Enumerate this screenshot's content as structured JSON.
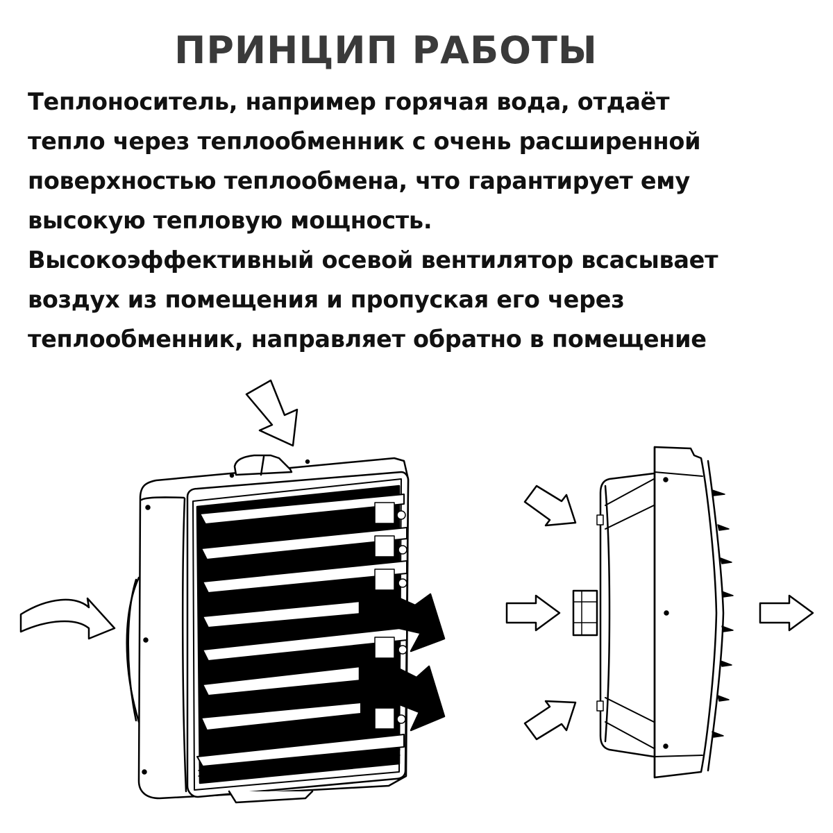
{
  "header": {
    "title": "ПРИНЦИП РАБОТЫ"
  },
  "description": {
    "lines": [
      "Теплоноситель, например горячая вода, отдаёт",
      "тепло через теплообменник с очень расширенной",
      "поверхностью теплообмена, что гарантирует ему",
      "высокую тепловую мощность.",
      "Высокоэффективный осевой вентилятор всасывает",
      "воздух из помещения и пропуская его через",
      "теплообменник, направляет обратно в помещение"
    ]
  },
  "diagrams": {
    "front_view": {
      "label": "unit-perspective-view",
      "louver_count": 8,
      "intake_arrows": [
        "top",
        "left-curved"
      ],
      "outlet_arrows": 2
    },
    "side_view": {
      "label": "unit-side-view",
      "intake_arrows": [
        "upper-diagonal",
        "center",
        "lower-diagonal"
      ],
      "outlet_arrows": 1,
      "fin_count": 8
    }
  },
  "colors": {
    "title": "#3a3a3a",
    "text": "#111111",
    "line": "#000000",
    "background": "#ffffff"
  }
}
